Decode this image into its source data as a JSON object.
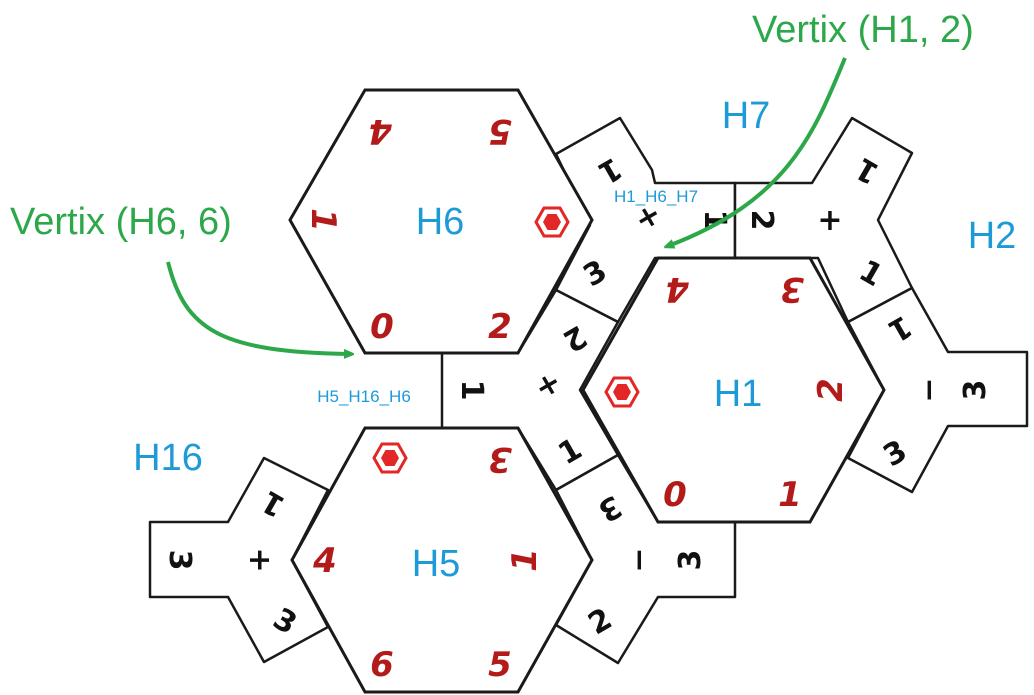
{
  "colors": {
    "hex_label": "#1e9bd7",
    "vertex_number": "#b31b1b",
    "connector_text": "#111111",
    "annotation": "#2ca84a",
    "outline": "#1a1a1a",
    "icon": "#e32626"
  },
  "hexes": [
    {
      "id": "H6",
      "label": "H6",
      "numbers": [
        "4",
        "5",
        "1",
        "0",
        "2"
      ],
      "has_icon": true
    },
    {
      "id": "H1",
      "label": "H1",
      "numbers": [
        "4",
        "3",
        "2",
        "1",
        "0"
      ],
      "has_icon": true
    },
    {
      "id": "H5",
      "label": "H5",
      "numbers": [
        "3",
        "1",
        "5",
        "6",
        "4"
      ],
      "has_icon": true
    }
  ],
  "region_labels": {
    "h7": "H7",
    "h2": "H2",
    "h16": "H16"
  },
  "vertex_labels": {
    "top": "H1_H6_H7",
    "left": "H5_H16_H6"
  },
  "connectors": [
    {
      "id": "h6-h1-top",
      "texts": [
        "1",
        "+",
        "3",
        "1"
      ]
    },
    {
      "id": "h7-h2-top",
      "texts": [
        "2",
        "+",
        "1",
        "1"
      ]
    },
    {
      "id": "center",
      "texts": [
        "1",
        "+",
        "1",
        "2"
      ]
    },
    {
      "id": "h2-right",
      "texts": [
        "1",
        "−",
        "3",
        "3"
      ]
    },
    {
      "id": "h5-right",
      "texts": [
        "3",
        "−",
        "3",
        "2"
      ]
    },
    {
      "id": "h16-left",
      "texts": [
        "1",
        "+",
        "3",
        "3"
      ]
    }
  ],
  "annotations": [
    {
      "id": "vertix-h1-2",
      "text": "Vertix (H1, 2)"
    },
    {
      "id": "vertix-h6-6",
      "text": "Vertix (H6, 6)"
    }
  ],
  "icons": {
    "vertex_marker": "hexagon-marker-icon",
    "pointer": "arrow-icon"
  }
}
